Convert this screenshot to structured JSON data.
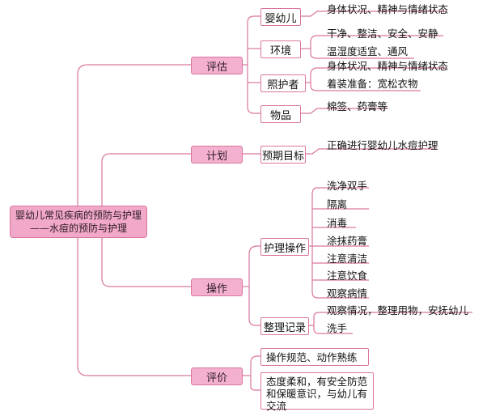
{
  "root": {
    "line1": "婴幼儿常见疾病的预防与护理",
    "line2": "——水痘的预防与护理"
  },
  "branches": {
    "eval_input": {
      "label": "评估",
      "infant": {
        "label": "婴幼儿",
        "items": [
          "身体状况、精神与情绪状态"
        ]
      },
      "environment": {
        "label": "环境",
        "items": [
          "干净、整洁、安全、安静",
          "温湿度适宜、通风"
        ]
      },
      "caregiver": {
        "label": "照护者",
        "items": [
          "身体状况、精神与情绪状态",
          "着装准备：宽松衣物"
        ]
      },
      "supplies": {
        "label": "物品",
        "items": [
          "棉签、药膏等"
        ]
      }
    },
    "plan": {
      "label": "计划",
      "goal": {
        "label": "预期目标",
        "items": [
          "正确进行婴幼儿水痘护理"
        ]
      }
    },
    "operate": {
      "label": "操作",
      "care": {
        "label": "护理操作",
        "items": [
          "洗净双手",
          "隔离",
          "消毒",
          "涂抹药膏",
          "注意清洁",
          "注意饮食",
          "观察病情"
        ]
      },
      "record": {
        "label": "整理记录",
        "items": [
          "观察情况，整理用物，安抚幼儿",
          "洗手"
        ]
      }
    },
    "eval_result": {
      "label": "评价",
      "items": [
        "操作规范、动作熟练",
        "态度柔和，有安全防范和保暖意识，与幼儿有交流"
      ]
    }
  },
  "colors": {
    "line": "#d9769f",
    "root_fill": "#f2a9c9",
    "level1_fill": "#f4b0cf"
  }
}
